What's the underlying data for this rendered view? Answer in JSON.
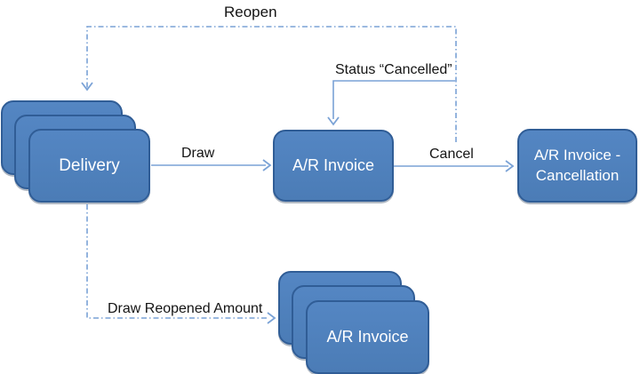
{
  "diagram": {
    "nodes": {
      "delivery": {
        "label": "Delivery",
        "style": "stacked"
      },
      "ar_invoice": {
        "label": "A/R Invoice",
        "style": "single"
      },
      "ar_invoice_cancellation": {
        "label": "A/R Invoice - Cancellation",
        "style": "single"
      },
      "ar_invoice_copies": {
        "label": "A/R Invoice",
        "style": "stacked"
      }
    },
    "edges": {
      "reopen": {
        "label": "Reopen",
        "style": "dash-dot",
        "from": "ar_invoice_cancellation",
        "to": "delivery"
      },
      "draw": {
        "label": "Draw",
        "style": "solid",
        "from": "delivery",
        "to": "ar_invoice"
      },
      "cancel": {
        "label": "Cancel",
        "style": "solid",
        "from": "ar_invoice",
        "to": "ar_invoice_cancellation"
      },
      "status_cancelled": {
        "label": "Status “Cancelled”",
        "style": "solid",
        "to": "ar_invoice"
      },
      "draw_reopened_amount": {
        "label": "Draw Reopened Amount",
        "style": "dash-dot",
        "from": "delivery",
        "to": "ar_invoice_copies"
      }
    },
    "colors": {
      "node_fill": "#4f81bd",
      "node_border": "#305d96",
      "connector": "#7aa2d6",
      "label_text": "#141414",
      "node_text": "#ffffff",
      "background": "#ffffff"
    }
  }
}
